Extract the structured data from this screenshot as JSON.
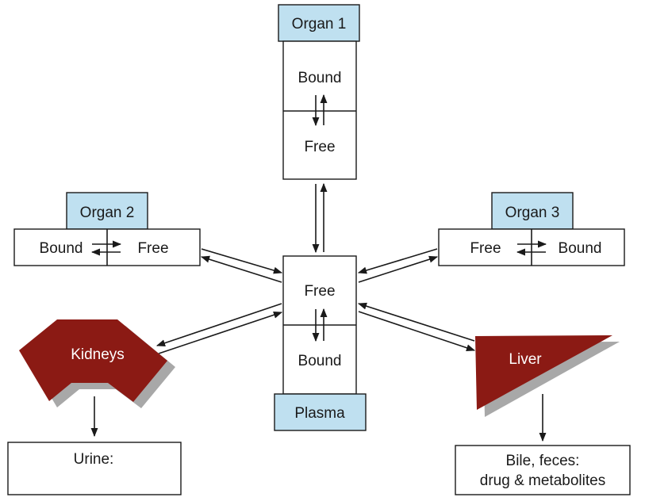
{
  "organ1": {
    "title": "Organ 1",
    "bound": "Bound",
    "free": "Free"
  },
  "organ2": {
    "title": "Organ 2",
    "bound": "Bound",
    "free": "Free"
  },
  "organ3": {
    "title": "Organ 3",
    "free": "Free",
    "bound": "Bound"
  },
  "plasma": {
    "title": "Plasma",
    "free": "Free",
    "bound": "Bound"
  },
  "kidneys": {
    "label": "Kidneys",
    "output": "Urine:"
  },
  "liver": {
    "label": "Liver",
    "output_line1": "Bile, feces:",
    "output_line2": "drug & metabolites"
  },
  "colors": {
    "tab": "#bfe0f0",
    "organ": "#8b1a14",
    "shadow": "#a8a8a8"
  }
}
